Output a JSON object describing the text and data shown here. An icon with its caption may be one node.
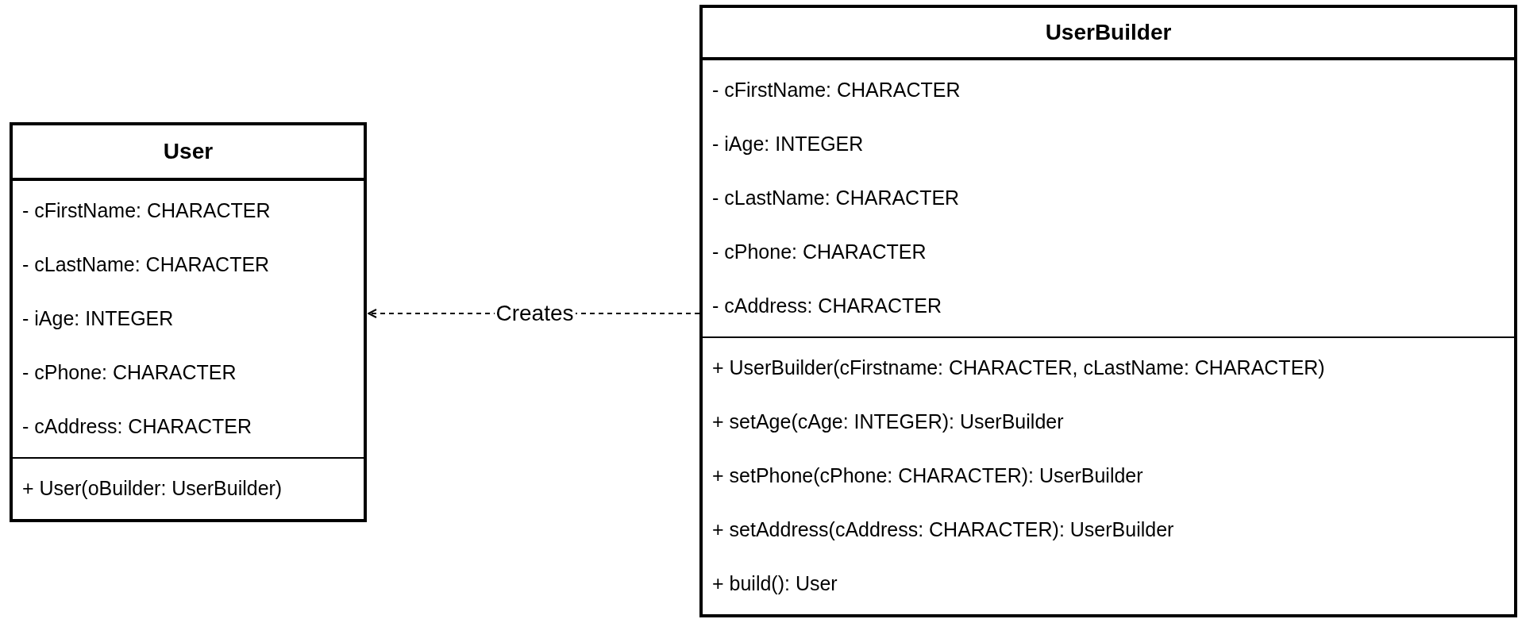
{
  "diagram": {
    "nodes": [
      {
        "text": [
          "User"
        ]
      },
      {
        "text": [
          "- cFirstName: CHARACTER",
          "- cLastName: CHARACTER",
          "- iAge: INTEGER",
          "- cPhone: CHARACTER",
          "- cAddress: CHARACTER"
        ],
        "in": 0
      },
      {
        "text": [
          "+ User(oBuilder: UserBuilder)"
        ],
        "in": 0
      },
      {
        "text": [
          "UserBuilder"
        ]
      },
      {
        "text": [
          "- cFirstName: CHARACTER",
          "- iAge: INTEGER",
          "- cLastName: CHARACTER",
          "- cPhone: CHARACTER",
          "- cAddress: CHARACTER"
        ],
        "in": 3
      },
      {
        "text": [
          "+ UserBuilder(cFirstname: CHARACTER, cLastName: CHARACTER)",
          "+ setAge(cAge: INTEGER): UserBuilder",
          "+ setPhone(cPhone: CHARACTER): UserBuilder",
          "+ setAddress(cAddress: CHARACTER): UserBuilder",
          "+ build(): User"
        ],
        "in": 3
      }
    ],
    "edges": [
      {
        "from": 3,
        "to": 0,
        "arrow": "to",
        "label": "Creates",
        "style": "dashed"
      }
    ]
  }
}
